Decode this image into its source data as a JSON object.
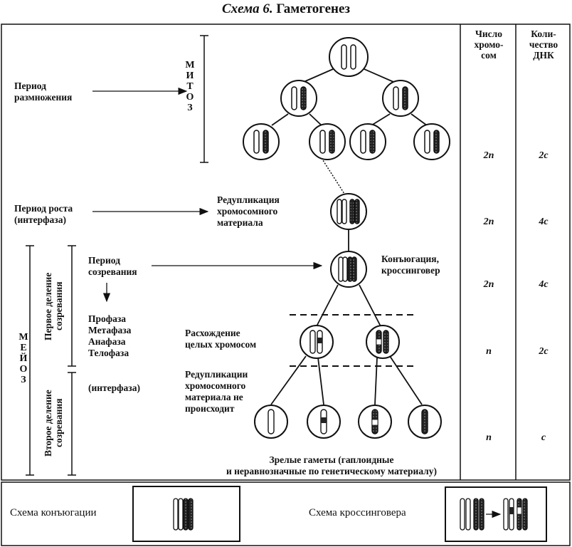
{
  "title": {
    "prefix": "Схема 6.",
    "main": "Гаметогенез"
  },
  "headers": {
    "chromosomes": [
      "Число",
      "хромо-",
      "сом"
    ],
    "dna": [
      "Коли-",
      "чество",
      "ДНК"
    ]
  },
  "left": {
    "reproduction": [
      "Период",
      "размножения"
    ],
    "mitosis_letters": [
      "М",
      "И",
      "Т",
      "О",
      "З"
    ],
    "growth": [
      "Период роста",
      "(интерфаза)"
    ],
    "meiosis_letters": [
      "М",
      "Е",
      "Й",
      "О",
      "З"
    ],
    "first_division": [
      "Первое деление",
      "созревания"
    ],
    "second_division": [
      "Второе деление",
      "созревания"
    ],
    "maturation": [
      "Период",
      "созревания"
    ],
    "phases": [
      "Профаза",
      "Метафаза",
      "Анафаза",
      "Телофаза"
    ],
    "interphase": "(интерфаза)"
  },
  "center": {
    "reduplication": [
      "Редупликация",
      "хромосомного",
      "материала"
    ],
    "conjugation": [
      "Конъюгация,",
      "кроссинговер"
    ],
    "divergence": [
      "Расхождение",
      "целых хромосом"
    ],
    "no_reduplication": [
      "Редупликации",
      "хромосомного",
      "материала не",
      "происходит"
    ],
    "gametes": [
      "Зрелые гаметы (гаплоидные",
      "и неравнозначные по генетическому материалу)"
    ]
  },
  "values": [
    {
      "n": "2n",
      "c": "2c"
    },
    {
      "n": "2n",
      "c": "4c"
    },
    {
      "n": "2n",
      "c": "4c"
    },
    {
      "n": "n",
      "c": "2c"
    },
    {
      "n": "n",
      "c": "c"
    }
  ],
  "bottom": {
    "conjugation_scheme": "Схема конъюгации",
    "crossover_scheme": "Схема кроссинговера"
  }
}
